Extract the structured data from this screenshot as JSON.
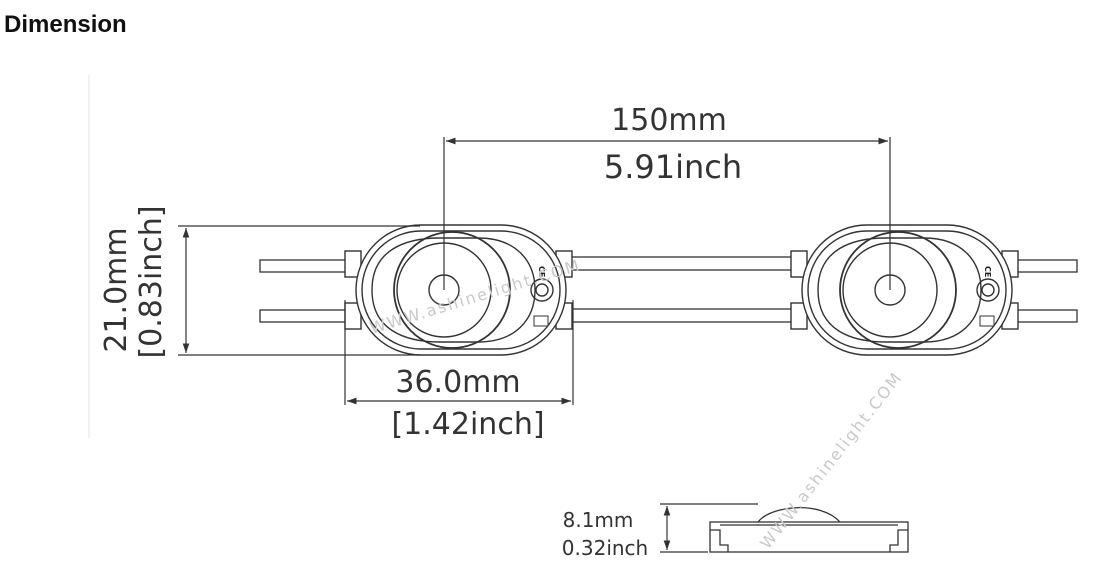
{
  "page": {
    "title": "Dimension"
  },
  "dimensions": {
    "pitch_mm": "150mm",
    "pitch_inch": "5.91inch",
    "height_mm": "21.0mm",
    "height_inch": "[0.83inch]",
    "width_mm": "36.0mm",
    "width_inch": "[1.42inch]",
    "thickness_mm": "8.1mm",
    "thickness_inch": "0.32inch"
  },
  "module": {
    "ce_mark": "CE"
  },
  "watermark": {
    "text": "WWW.ashinelight.COM"
  }
}
